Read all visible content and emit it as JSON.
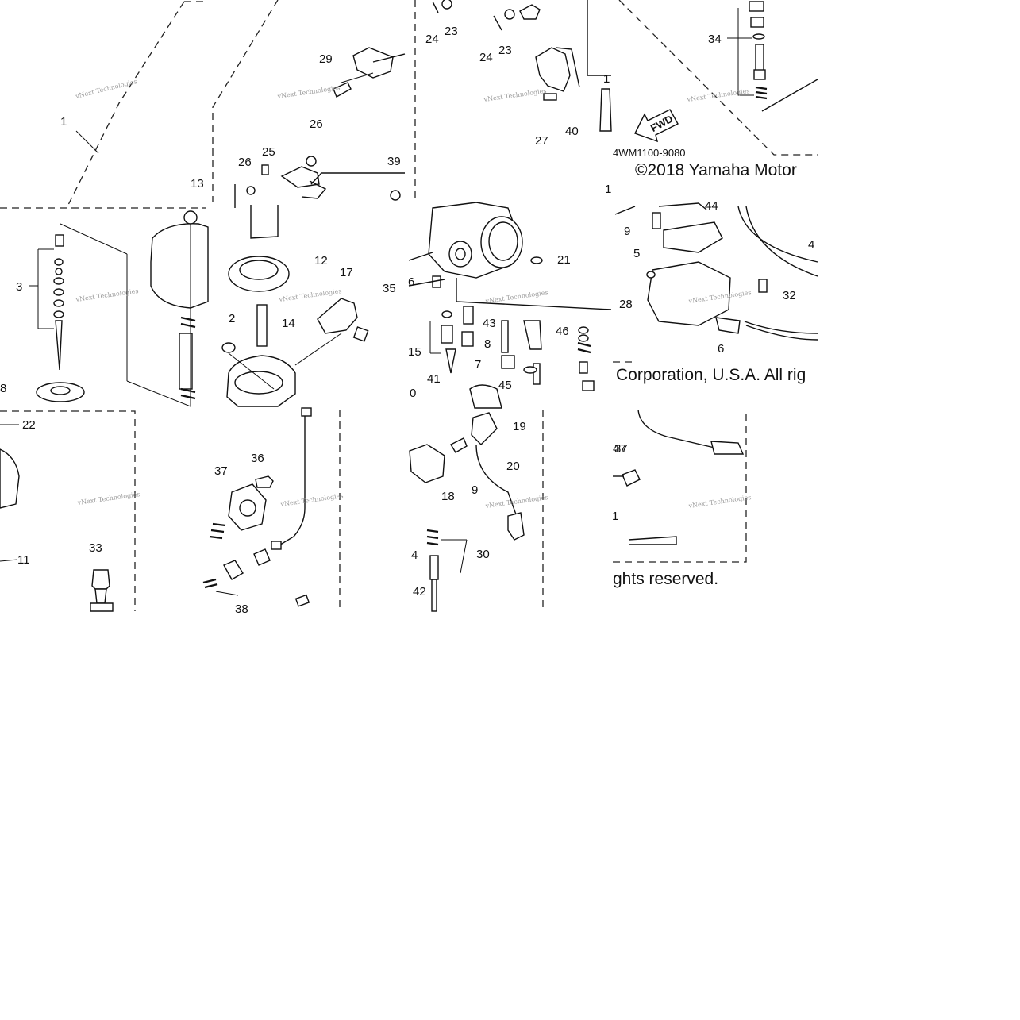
{
  "diagram": {
    "part_code": "4WM1100-9080",
    "copyright_line1": "©2018 Yamaha Motor",
    "copyright_line2": "Corporation, U.S.A. All rig",
    "copyright_line3": "ghts reserved.",
    "direction_arrow": "FWD",
    "watermark_text": "vNext Technologies",
    "accent_color": "#111111"
  },
  "callouts": [
    "1",
    "2",
    "3",
    "5",
    "6",
    "6",
    "7",
    "8",
    "9",
    "9",
    "11",
    "12",
    "13",
    "14",
    "15",
    "17",
    "18",
    "19",
    "20",
    "21",
    "22",
    "23",
    "23",
    "24",
    "24",
    "25",
    "26",
    "26",
    "27",
    "28",
    "29",
    "30",
    "32",
    "33",
    "34",
    "35",
    "36",
    "37",
    "38",
    "39",
    "40",
    "41",
    "42",
    "43",
    "44",
    "45",
    "46",
    "47",
    "0",
    "8",
    "4",
    "37",
    "4",
    "1",
    "1",
    "1"
  ]
}
